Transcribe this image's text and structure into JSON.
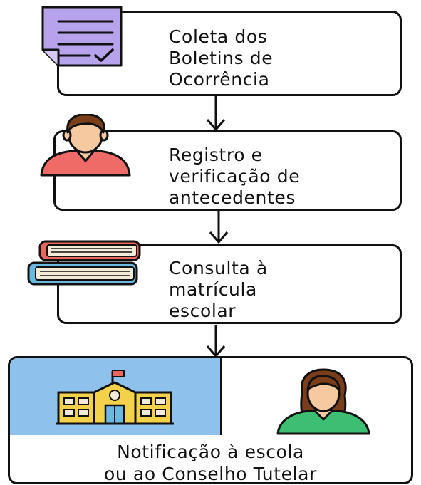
{
  "steps": [
    {
      "lines": [
        "Coleta dos",
        "Boletins de",
        "Ocorrência"
      ],
      "icon": "document-checklist-icon"
    },
    {
      "lines": [
        "Registro e",
        "verificação  de",
        "antecedentes"
      ],
      "icon": "man-avatar-icon"
    },
    {
      "lines": [
        "Consulta à",
        "matrícula",
        "escolar"
      ],
      "icon": "books-stack-icon"
    }
  ],
  "final_step": {
    "lines": [
      "Notificação à escola",
      "ou ao Conselho Tutelar"
    ],
    "icons": [
      "school-building-icon",
      "woman-avatar-icon"
    ]
  },
  "colors": {
    "document": "#b7a3ec",
    "man_shirt": "#ef6b67",
    "woman_shirt": "#3cbf73",
    "school_panel": "#8ec2ec",
    "school_building": "#f3d14a",
    "book_red": "#e8665c",
    "book_blue": "#6bb8e0",
    "skin": "#f6c9a0",
    "hair": "#7a3f1a"
  }
}
